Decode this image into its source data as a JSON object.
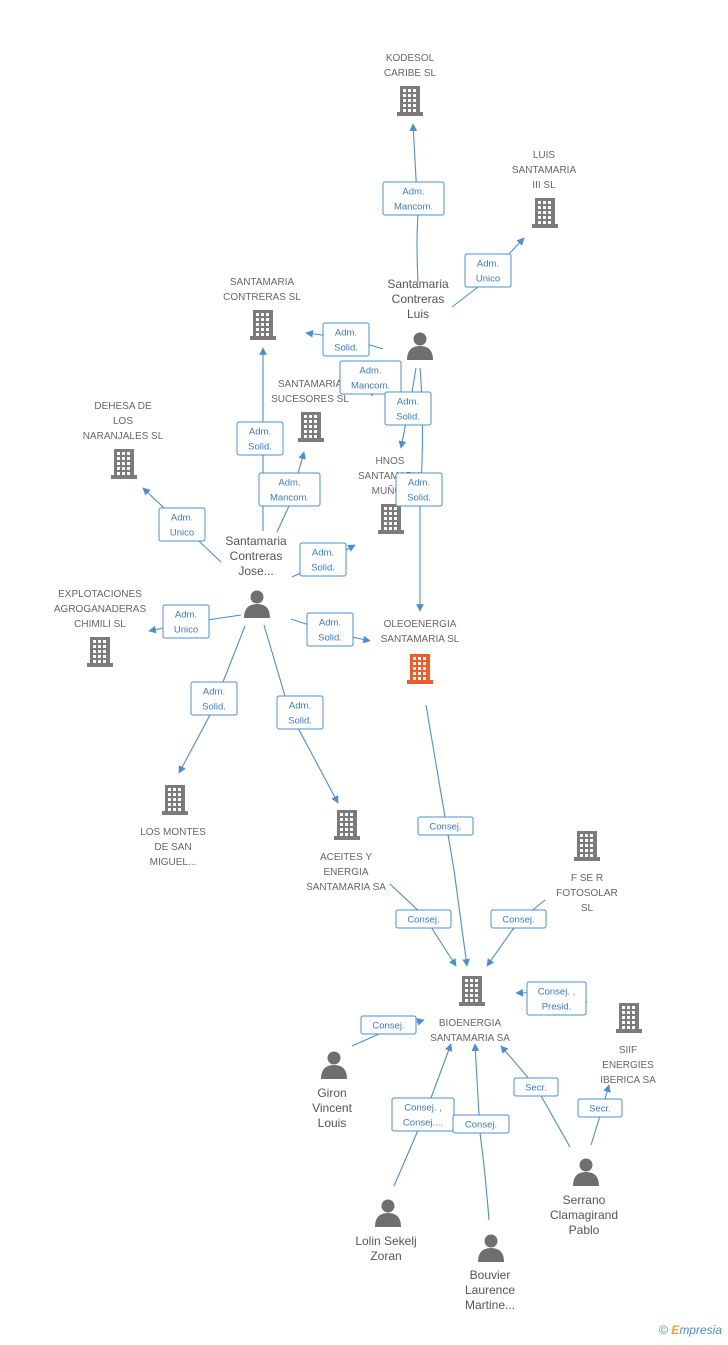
{
  "colors": {
    "edge": "#4a8fd6",
    "company": "#7b7b7b",
    "highlight": "#f05b2a",
    "person": "#6f6f6f"
  },
  "companies": [
    {
      "id": "kodesol",
      "lines": [
        "KODESOL",
        "CARIBE SL"
      ]
    },
    {
      "id": "luis3",
      "lines": [
        "LUIS",
        "SANTAMARIA",
        "III SL"
      ]
    },
    {
      "id": "scontreras",
      "lines": [
        "SANTAMARIA",
        "CONTRERAS SL"
      ]
    },
    {
      "id": "ssucesores",
      "lines": [
        "SANTAMARIA",
        "SUCESORES SL"
      ]
    },
    {
      "id": "dehesa",
      "lines": [
        "DEHESA DE",
        "LOS",
        "NARANJALES SL"
      ]
    },
    {
      "id": "hnos",
      "lines": [
        "HNOS",
        "SANTAMARIA",
        "MUÑOZ"
      ]
    },
    {
      "id": "explot",
      "lines": [
        "EXPLOTACIONES",
        "AGROGANADERAS",
        "CHIMILI SL"
      ]
    },
    {
      "id": "oleo",
      "lines": [
        "OLEOENERGIA",
        "SANTAMARIA SL"
      ],
      "highlight": true
    },
    {
      "id": "montes",
      "lines": [
        "LOS MONTES",
        "DE SAN",
        "MIGUEL..."
      ]
    },
    {
      "id": "aceites",
      "lines": [
        "ACEITES Y",
        "ENERGIA",
        "SANTAMARIA SA"
      ]
    },
    {
      "id": "fser",
      "lines": [
        "F SE R",
        "FOTOSOLAR",
        "SL"
      ]
    },
    {
      "id": "bioenergia",
      "lines": [
        "BIOENERGIA",
        "SANTAMARIA SA"
      ]
    },
    {
      "id": "siif",
      "lines": [
        "SIIF",
        "ENERGIES",
        "IBERICA SA"
      ]
    }
  ],
  "people": [
    {
      "id": "luis",
      "lines": [
        "Santamaria",
        "Contreras",
        "Luis"
      ]
    },
    {
      "id": "jose",
      "lines": [
        "Santamaria",
        "Contreras",
        "Jose..."
      ]
    },
    {
      "id": "giron",
      "lines": [
        "Giron",
        "Vincent",
        "Louis"
      ]
    },
    {
      "id": "lolin",
      "lines": [
        "Lolin Sekelj",
        "Zoran"
      ]
    },
    {
      "id": "bouvier",
      "lines": [
        "Bouvier",
        "Laurence",
        "Martine..."
      ]
    },
    {
      "id": "serrano",
      "lines": [
        "Serrano",
        "Clamagirand",
        "Pablo"
      ]
    }
  ],
  "relations": [
    {
      "id": "r1",
      "lines": [
        "Adm.",
        "Mancom."
      ]
    },
    {
      "id": "r2",
      "lines": [
        "Adm.",
        "Unico"
      ]
    },
    {
      "id": "r3",
      "lines": [
        "Adm.",
        "Solid."
      ]
    },
    {
      "id": "r4",
      "lines": [
        "Adm.",
        "Mancom."
      ]
    },
    {
      "id": "r5",
      "lines": [
        "Adm.",
        "Solid."
      ]
    },
    {
      "id": "r6",
      "lines": [
        "Adm.",
        "Solid."
      ]
    },
    {
      "id": "r7",
      "lines": [
        "Adm.",
        "Solid."
      ]
    },
    {
      "id": "r8",
      "lines": [
        "Adm.",
        "Mancom."
      ]
    },
    {
      "id": "r9",
      "lines": [
        "Adm.",
        "Unico"
      ]
    },
    {
      "id": "r10",
      "lines": [
        "Adm.",
        "Solid."
      ]
    },
    {
      "id": "r11",
      "lines": [
        "Adm.",
        "Unico"
      ]
    },
    {
      "id": "r12",
      "lines": [
        "Adm.",
        "Solid."
      ]
    },
    {
      "id": "r13",
      "lines": [
        "Adm.",
        "Solid."
      ]
    },
    {
      "id": "r14",
      "lines": [
        "Adm.",
        "Solid."
      ]
    },
    {
      "id": "r15",
      "lines": [
        "Consej."
      ]
    },
    {
      "id": "r16",
      "lines": [
        "Consej."
      ]
    },
    {
      "id": "r17",
      "lines": [
        "Consej."
      ]
    },
    {
      "id": "r18",
      "lines": [
        "Consej. ,",
        "Presid."
      ]
    },
    {
      "id": "r19",
      "lines": [
        "Consej."
      ]
    },
    {
      "id": "r20",
      "lines": [
        "Consej. ,",
        "Consej...."
      ]
    },
    {
      "id": "r21",
      "lines": [
        "Consej."
      ]
    },
    {
      "id": "r22",
      "lines": [
        "Secr."
      ]
    },
    {
      "id": "r23",
      "lines": [
        "Secr."
      ]
    }
  ],
  "footer": {
    "copyright": "©",
    "brand_e": "E",
    "brand_rest": "mpresia"
  }
}
